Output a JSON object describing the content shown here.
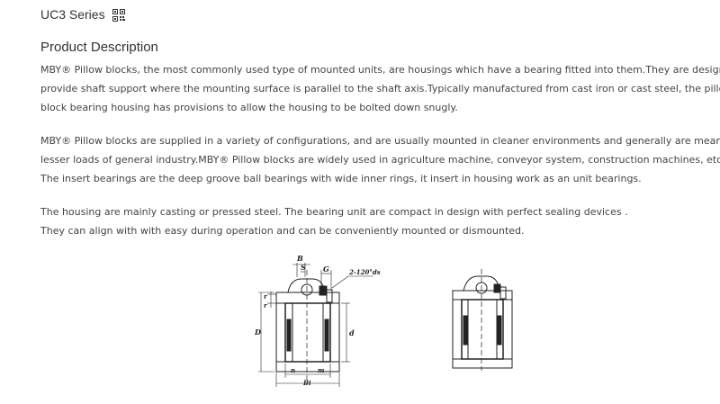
{
  "header": {
    "series_title": "UC3 Series"
  },
  "section": {
    "title": "Product Description"
  },
  "paragraphs": [
    [
      "MBY® Pillow blocks, the most commonly used type of mounted units, are housings which have a bearing fitted into them.They are designed to",
      "provide shaft support where the mounting surface is parallel to the shaft axis.Typically manufactured from cast iron or cast steel, the pillow",
      "block bearing housing has provisions to allow the housing to be bolted down snugly."
    ],
    [
      "MBY® Pillow blocks are supplied in a variety of configurations, and are usually mounted in cleaner environments and generally are meant for",
      "lesser loads of general industry.MBY® Pillow blocks are widely used in agriculture machine, conveyor system, construction machines, etc.",
      "The insert bearings are the deep groove ball bearings with wide inner rings, it insert in housing  work as an unit bearings."
    ],
    [
      "The housing are mainly casting or pressed steel.  The bearing unit are compact in design with perfect sealing devices .",
      "They can align with with easy during operation and can be conveniently mounted or dismounted."
    ]
  ],
  "diagram": {
    "labels": {
      "B": "B",
      "S": "S",
      "G": "G",
      "holes": "2-120°ds",
      "r1": "r",
      "r2": "r",
      "D": "D",
      "d": "d",
      "n": "n",
      "m": "m",
      "Bi": "Bi"
    }
  },
  "icons": {
    "qr": "qr-code-icon"
  }
}
